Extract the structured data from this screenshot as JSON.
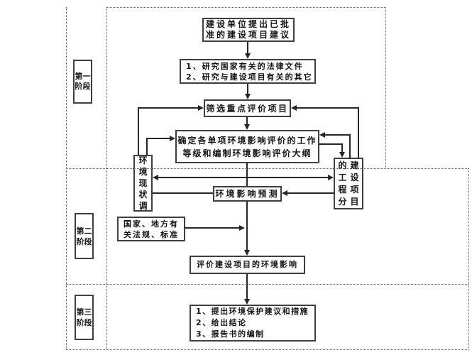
{
  "diagram": {
    "background": "#ffffff",
    "line_color": "#262626",
    "box_border_color": "#3f3f3f",
    "text_color": "#151515",
    "phase_labels": {
      "phase1": "第一阶段",
      "phase2": "第二阶段",
      "phase3": "第三阶段"
    },
    "boxes": {
      "proposal": {
        "line1": "建设单位提出已批",
        "line2": "准的建设项目建议"
      },
      "study": {
        "item1": "1、研究国家有关的法律文件",
        "item2": "2、研究与建设项目有关的其它"
      },
      "screening": {
        "label": "筛选重点评价项目"
      },
      "outline": {
        "line1": "确定各单项环境影响评价的工作",
        "line2": "等级和编制环境影响评价大纲"
      },
      "env_survey": {
        "label": "环境现状调"
      },
      "project_analysis": {
        "col_left": "的工程分",
        "col_right": "建设项目"
      },
      "prediction": {
        "label": "环境影响预测"
      },
      "laws": {
        "line1": "国家、地方有",
        "line2": "关法规、标准"
      },
      "evaluation": {
        "label": "评价建设项目的环境影响"
      },
      "conclusion": {
        "item1": "1、提出环境保护建议和措施",
        "item2": "2、给出结论",
        "item3": "3、报告书的编制"
      }
    }
  }
}
